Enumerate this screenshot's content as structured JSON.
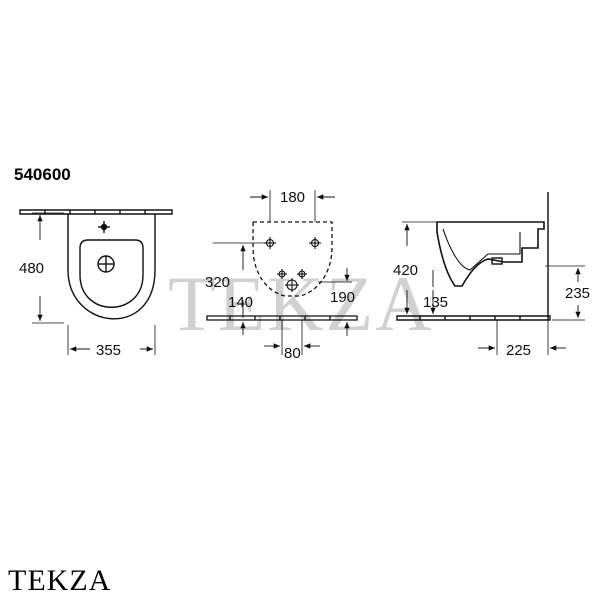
{
  "model_code": "540600",
  "watermark": "TEKZA",
  "brand": "TEKZA",
  "front_view": {
    "height": "480",
    "width": "355"
  },
  "rear_view": {
    "top_width": "180",
    "dim_320": "320",
    "dim_140": "140",
    "dim_190": "190",
    "bottom_width": "80"
  },
  "side_view": {
    "height": "420",
    "dim_135": "135",
    "dim_235": "235",
    "depth": "225"
  }
}
